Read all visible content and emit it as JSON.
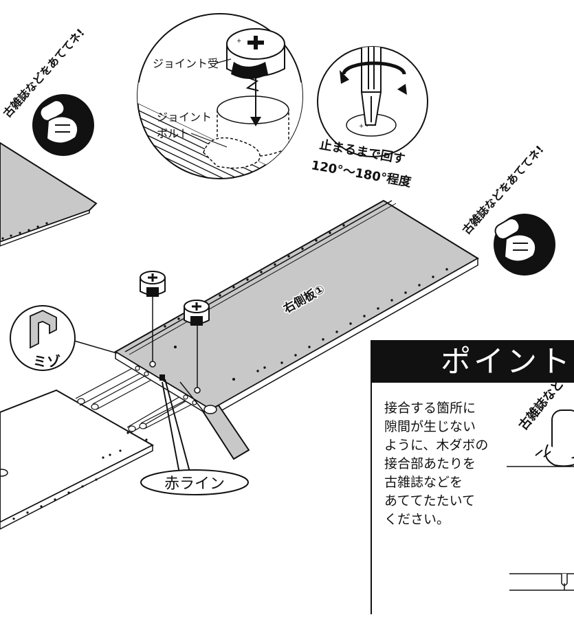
{
  "labels": {
    "joint_receiver": "ジョイント受",
    "joint_bolt_line1": "ジョイント",
    "joint_bolt_line2": "ボルト",
    "stop_instruction_line1": "止まるまで回す",
    "stop_instruction_line2": "120°～180°程度",
    "hammer_note_left": "古雑誌などをあててネ!",
    "hammer_note_right": "古雑誌などをあててネ!",
    "groove": "ミゾ",
    "right_side_panel": "右側板①",
    "red_line": "赤ライン"
  },
  "point": {
    "title": "ポイント",
    "lines": [
      "接合する箇所に",
      "隙間が生じない",
      "ように、木ダボの",
      "接合部あたりを",
      "古雑誌などを",
      "あててたたいて",
      "ください。"
    ],
    "hammer_note": "古雑誌など"
  }
}
